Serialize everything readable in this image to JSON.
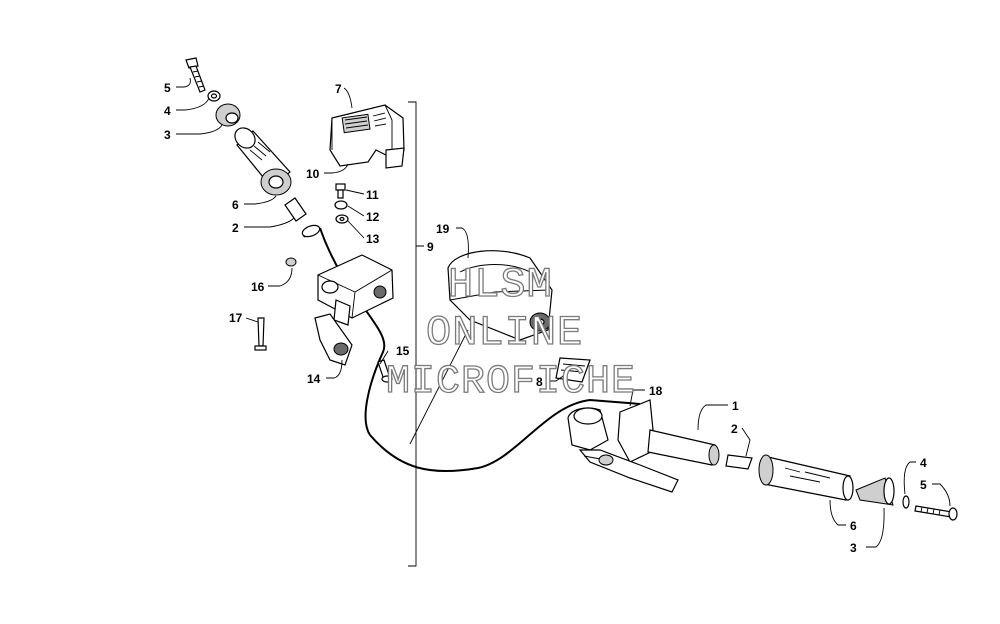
{
  "watermark": {
    "line1": "HLSM",
    "line2": "ONLINE",
    "line3": "MICROFICHE"
  },
  "callouts": [
    {
      "id": "c5a",
      "label": "5"
    },
    {
      "id": "c4a",
      "label": "4"
    },
    {
      "id": "c3a",
      "label": "3"
    },
    {
      "id": "c6a",
      "label": "6"
    },
    {
      "id": "c2a",
      "label": "2"
    },
    {
      "id": "c7",
      "label": "7"
    },
    {
      "id": "c10",
      "label": "10"
    },
    {
      "id": "c11",
      "label": "11"
    },
    {
      "id": "c12",
      "label": "12"
    },
    {
      "id": "c13",
      "label": "13"
    },
    {
      "id": "c9",
      "label": "9"
    },
    {
      "id": "c19",
      "label": "19"
    },
    {
      "id": "c16",
      "label": "16"
    },
    {
      "id": "c17",
      "label": "17"
    },
    {
      "id": "c15",
      "label": "15"
    },
    {
      "id": "c14",
      "label": "14"
    },
    {
      "id": "c8",
      "label": "8"
    },
    {
      "id": "c18",
      "label": "18"
    },
    {
      "id": "c1",
      "label": "1"
    },
    {
      "id": "c2b",
      "label": "2"
    },
    {
      "id": "c4b",
      "label": "4"
    },
    {
      "id": "c5b",
      "label": "5"
    },
    {
      "id": "c6b",
      "label": "6"
    },
    {
      "id": "c3b",
      "label": "3"
    }
  ]
}
